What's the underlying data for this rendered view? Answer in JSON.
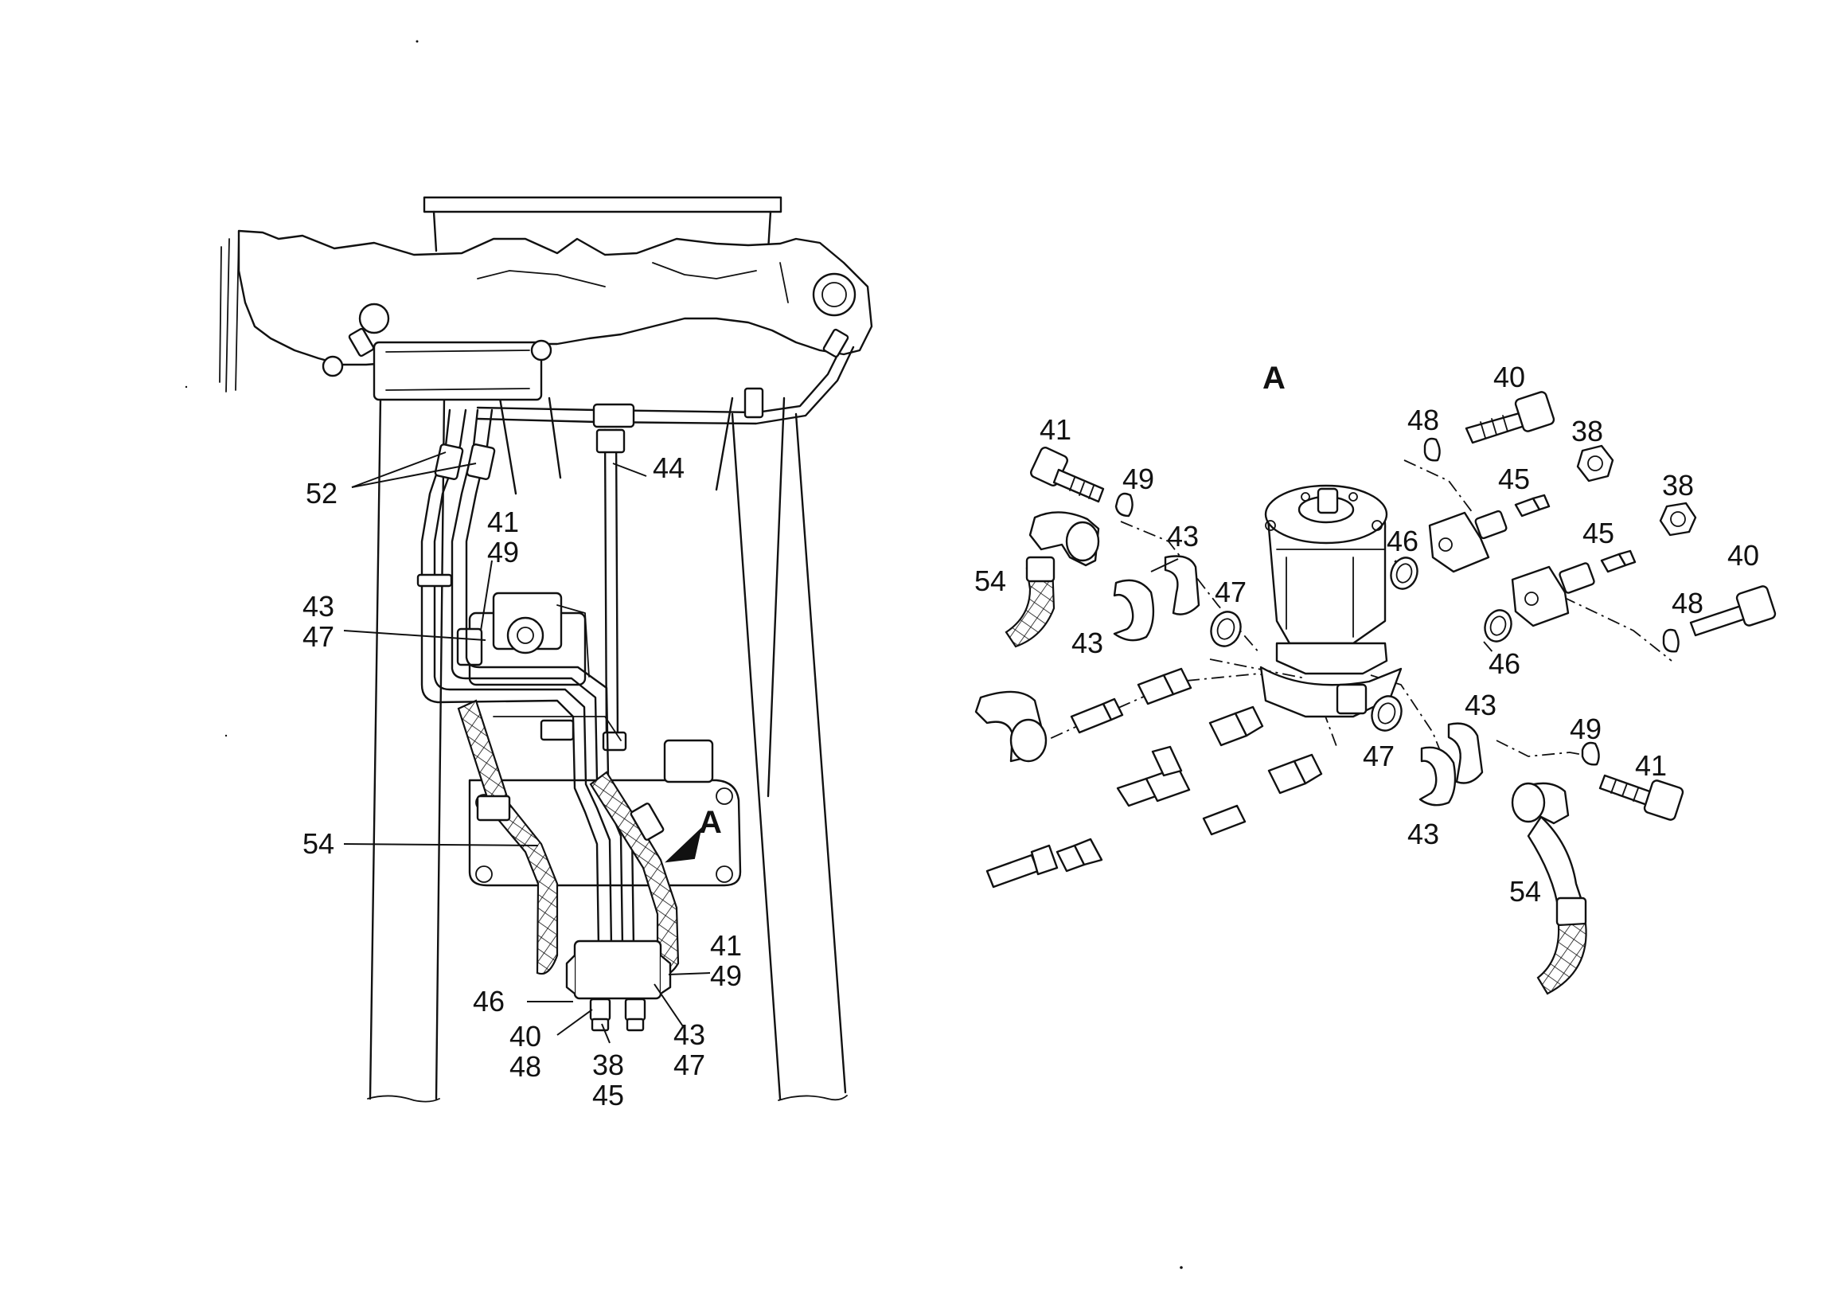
{
  "view_a_marker": "A",
  "detail_title": "A",
  "labels": {
    "main_52": "52",
    "main_44": "44",
    "main_41": "41",
    "main_49": "49",
    "main_43": "43",
    "main_47": "47",
    "main_54": "54",
    "main_A": "A",
    "main_41b": "41",
    "main_49b": "49",
    "main_46": "46",
    "main_40": "40",
    "main_48": "48",
    "main_38": "38",
    "main_45": "45",
    "main_43b": "43",
    "main_47b": "47",
    "det_40a": "40",
    "det_48a": "48",
    "det_38a": "38",
    "det_41a": "41",
    "det_49a": "49",
    "det_45a": "45",
    "det_38b": "38",
    "det_43a": "43",
    "det_46a": "46",
    "det_45b": "45",
    "det_40b": "40",
    "det_54a": "54",
    "det_47a": "47",
    "det_43b": "43",
    "det_48b": "48",
    "det_46b": "46",
    "det_43c": "43",
    "det_49b": "49",
    "det_41b": "41",
    "det_47b": "47",
    "det_43d": "43",
    "det_54b": "54"
  }
}
